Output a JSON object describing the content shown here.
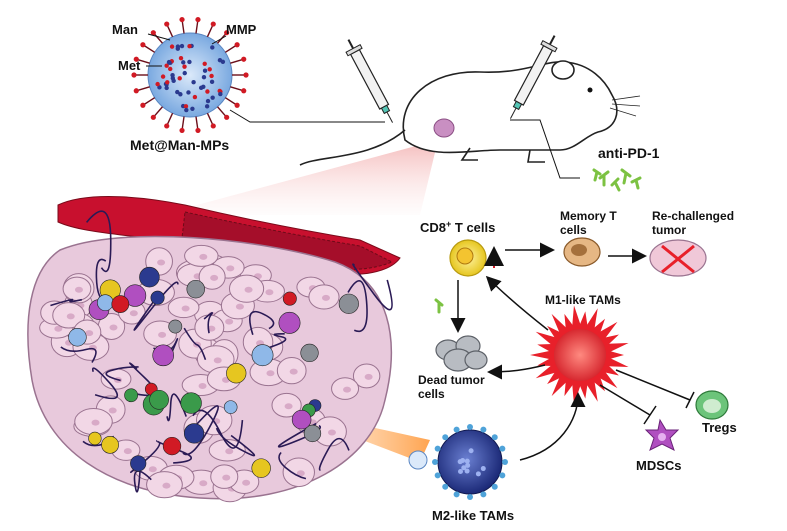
{
  "nanoparticle": {
    "label_man": "Man",
    "label_mmp": "MMP",
    "label_met": "Met",
    "title": "Met@Man-MPs"
  },
  "mouse": {
    "antibody_label": "anti-PD-1"
  },
  "immune": {
    "cd8_prefix": "CD8",
    "cd8_sup": "+",
    "cd8_suffix": " T cells",
    "memory_line1": "Memory T",
    "memory_line2": "cells",
    "rechallenged_line1": "Re-challenged",
    "rechallenged_line2": "tumor",
    "m1_label": "M1-like TAMs",
    "dead_line1": "Dead tumor",
    "dead_line2": "cells",
    "tregs_label": "Tregs",
    "mdscs_label": "MDSCs",
    "m2_label": "M2-like TAMs"
  },
  "colors": {
    "vessel_red": "#c8102e",
    "tumor_pink": "#e8c9dc",
    "m1_red": "#e8202a",
    "m2_blue": "#2b3a8f",
    "particle_blue": "#8fb8e8",
    "tregs_green": "#3a9a4a",
    "mdsc_purple": "#b04fc0",
    "antibody_green": "#7cc242"
  },
  "icons": [
    "syringe-icon",
    "mouse-icon",
    "antibody-icon",
    "nanoparticle-icon",
    "tumor-cell-icon",
    "macrophage-icon"
  ]
}
